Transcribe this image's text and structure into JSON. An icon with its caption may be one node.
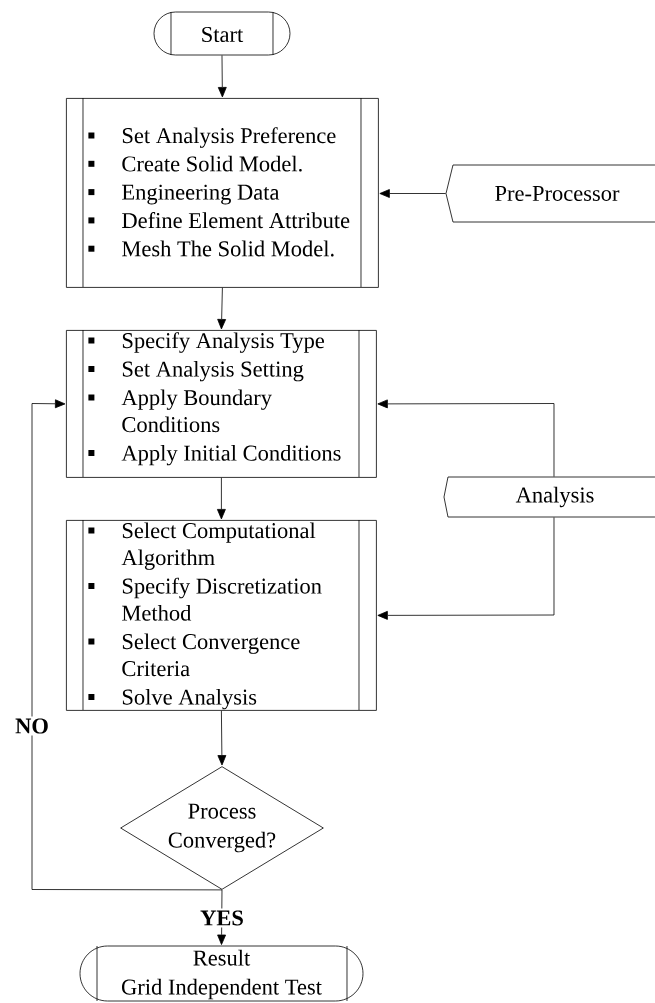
{
  "diagram": {
    "nodes": [
      {
        "text": [
          "Start"
        ]
      },
      {
        "text": [
          "Set Analysis Preference",
          "Create Solid Model.",
          "Engineering Data",
          "Define Element Attribute",
          "Mesh The Solid Model."
        ]
      },
      {
        "text": [
          "Pre-Processor"
        ]
      },
      {
        "text": [
          "Specify Analysis Type",
          "Set Analysis Setting",
          "Apply Boundary Conditions",
          "Apply Initial Conditions"
        ]
      },
      {
        "text": [
          "Analysis"
        ]
      },
      {
        "text": [
          "Select Computational Algorithm",
          "Specify Discretization Method",
          "Select Convergence Criteria",
          "Solve Analysis"
        ]
      },
      {
        "text": [
          "Process Converged?"
        ]
      },
      {
        "text": [
          "Result",
          "Grid Independent Test"
        ]
      }
    ],
    "edges": [
      {
        "from": 0,
        "to": 1,
        "arrow": "to"
      },
      {
        "from": 2,
        "to": 1,
        "arrow": "to"
      },
      {
        "from": 1,
        "to": 3,
        "arrow": "to"
      },
      {
        "from": 4,
        "to": 3,
        "arrow": "to"
      },
      {
        "from": 3,
        "to": 5,
        "arrow": "to"
      },
      {
        "from": 4,
        "to": 5,
        "arrow": "to"
      },
      {
        "from": 5,
        "to": 6,
        "arrow": "to"
      },
      {
        "from": 6,
        "to": 3,
        "arrow": "to",
        "label": "NO"
      },
      {
        "from": 6,
        "to": 7,
        "arrow": "to",
        "label": "YES"
      }
    ]
  }
}
